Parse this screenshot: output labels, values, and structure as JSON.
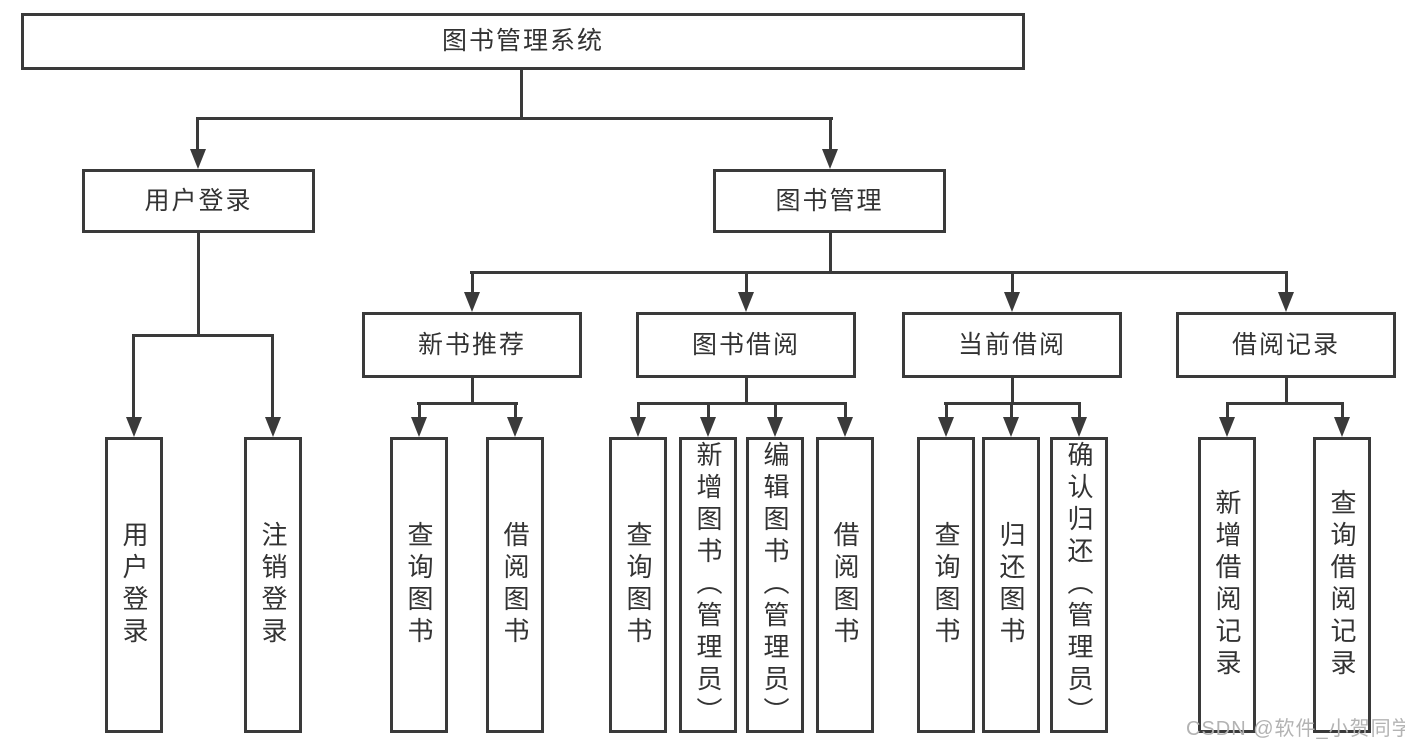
{
  "diagram": {
    "title": "图书管理系统",
    "root": {
      "label": "图书管理系统"
    },
    "level2": [
      {
        "label": "用户登录"
      },
      {
        "label": "图书管理"
      }
    ],
    "level3": [
      {
        "label": "新书推荐"
      },
      {
        "label": "图书借阅"
      },
      {
        "label": "当前借阅"
      },
      {
        "label": "借阅记录"
      }
    ],
    "leaves": {
      "user": [
        "用户登录",
        "注销登录"
      ],
      "newbook": [
        "查询图书",
        "借阅图书"
      ],
      "borrow": [
        "查询图书",
        "新增图书（管理员）",
        "编辑图书（管理员）",
        "借阅图书"
      ],
      "current": [
        "查询图书",
        "归还图书",
        "确认归还（管理员）"
      ],
      "records": [
        "新增借阅记录",
        "查询借阅记录"
      ]
    },
    "watermark": "CSDN @软件_小贺同学",
    "colors": {
      "line": "#3a3a3a",
      "text": "#333333",
      "background": "#ffffff",
      "watermark": "#b3b3b3"
    }
  }
}
